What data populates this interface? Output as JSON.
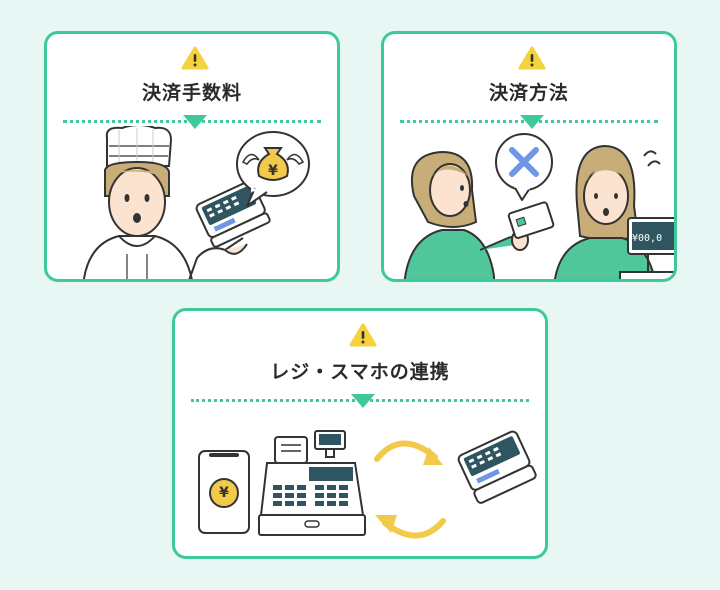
{
  "cards": [
    {
      "title": "決済手数料"
    },
    {
      "title": "決済方法"
    },
    {
      "title": "レジ・スマホの連携"
    }
  ],
  "illustrations": {
    "fee_coin_symbol": "¥",
    "register_display": "¥00,0",
    "phone_coin_symbol": "¥"
  },
  "icons": {
    "warning": "warning-icon",
    "cross": "cross-icon",
    "sync": "sync-arrows-icon"
  },
  "colors": {
    "accent": "#3ec99a",
    "warning": "#f5d23c",
    "background": "#e9f7f4",
    "skin": "#fbe3cf",
    "hair": "#c9ad78",
    "shirt": "#4fc79a",
    "cross": "#6f97e6",
    "gold": "#f3c94a"
  }
}
